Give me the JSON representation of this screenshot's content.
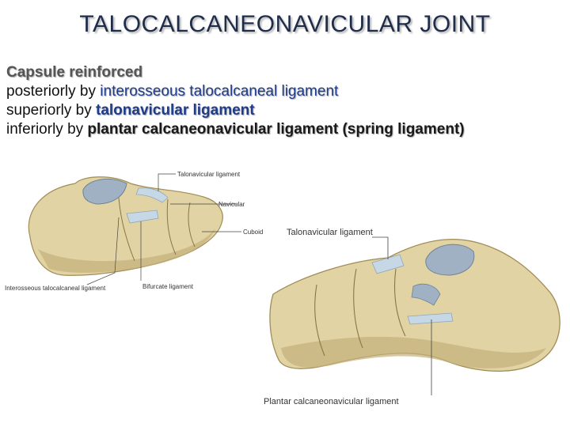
{
  "slide": {
    "title": "TALOCALCANEONAVICULAR JOINT",
    "heading": "Capsule reinforced",
    "lines": [
      {
        "prefix": "posteriorly by ",
        "term": "interosseous talocalcaneal ligament"
      },
      {
        "prefix": "superiorly by ",
        "term": "talonavicular ligament"
      },
      {
        "prefix": "inferiorly by ",
        "term": "plantar calcaneonavicular ligament (spring ligament)"
      }
    ]
  },
  "figure_left": {
    "labels": {
      "talonavicular": "Talonavicular ligament",
      "navicular": "Navicular",
      "cuboid": "Cuboid",
      "interosseous": "Interosseous talocalcaneal ligament",
      "bifurcate": "Bifurcate ligament"
    }
  },
  "figure_right": {
    "labels": {
      "talonavicular": "Talonavicular ligament",
      "plantar": "Plantar calcaneonavicular ligament"
    }
  },
  "colors": {
    "title": "#1f2c4a",
    "term": "#1f3d8c",
    "bone": "#e2d3a4",
    "bone_shadow": "#b8a36c",
    "cartilage": "#9fb1c2",
    "ligament": "#c6d8e6"
  }
}
